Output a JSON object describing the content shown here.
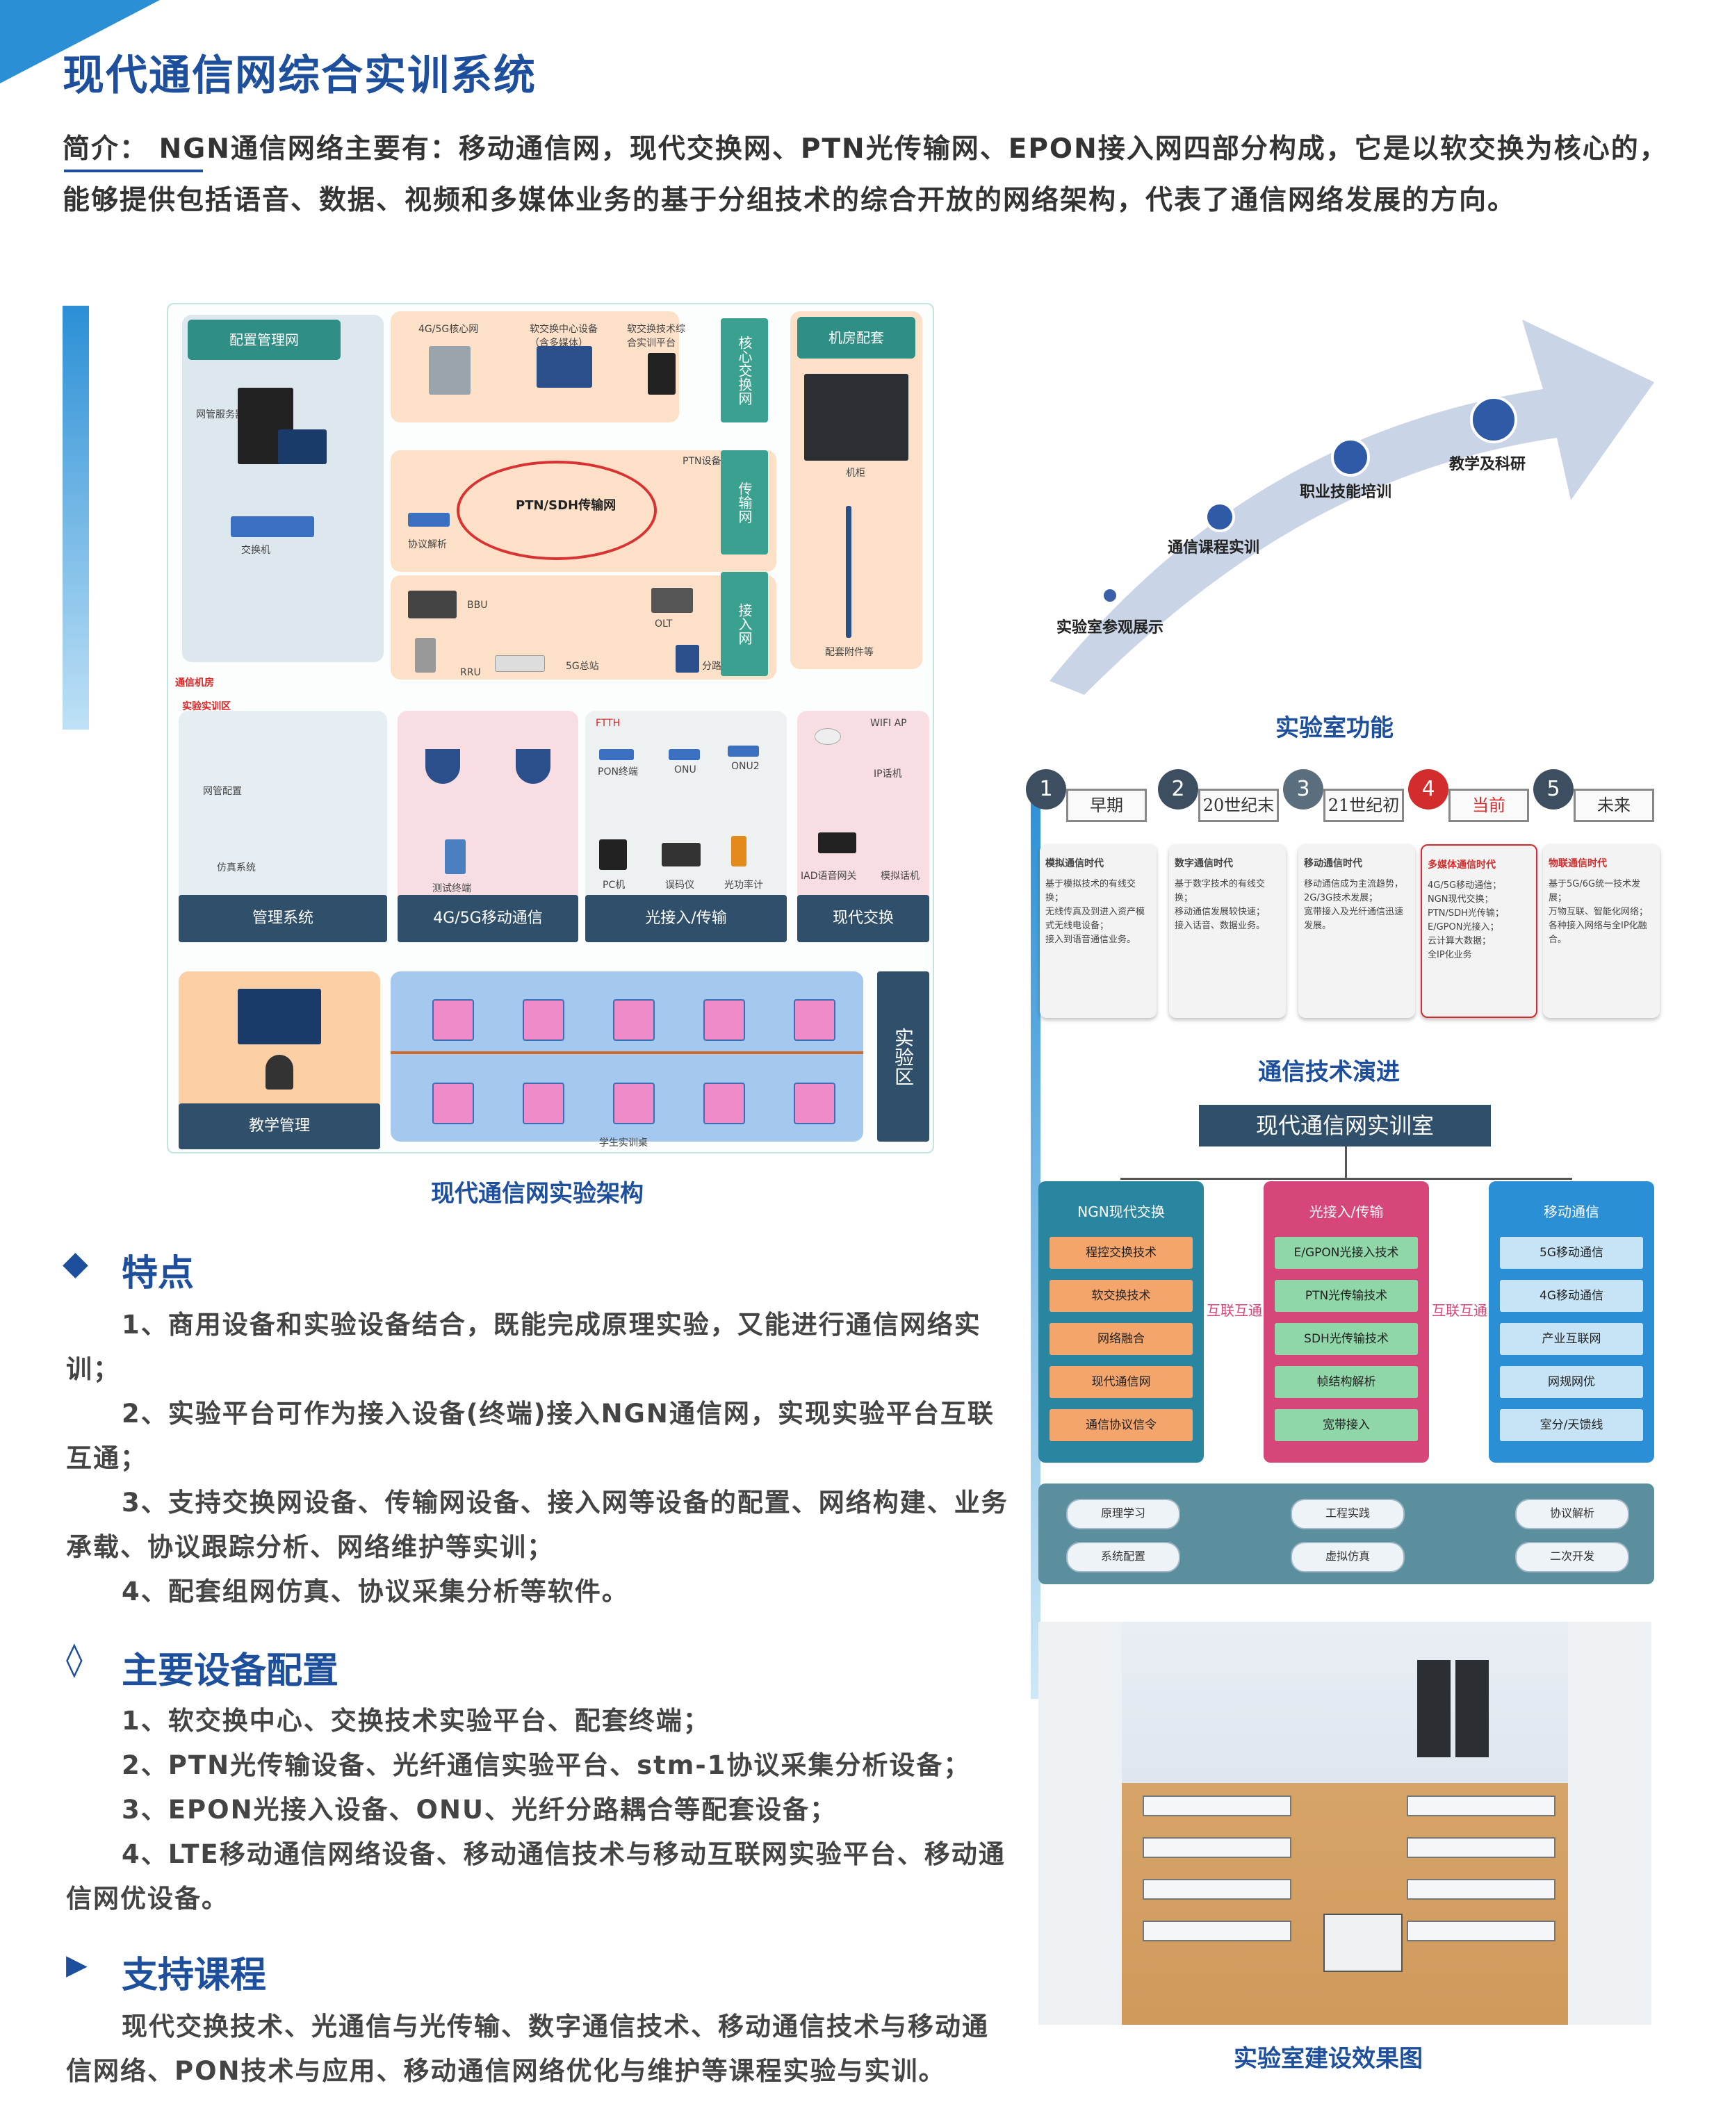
{
  "header": {
    "title": "现代通信网综合实训系统",
    "intro": "简介： NGN通信网络主要有：移动通信网，现代交换网、PTN光传输网、EPON接入网四部分构成，它是以软交换为核心的，能够提供包括语音、数据、视频和多媒体业务的基于分组技术的综合开放的网络架构，代表了通信网络发展的方向。"
  },
  "architecture": {
    "caption": "现代通信网实验架构",
    "config_net": "配置管理网",
    "server_label": "网管服务器",
    "switch_label": "交换机",
    "comm_room": "通信机房",
    "core_net": "核心交换网",
    "transport_net": "传输网",
    "access_net": "接入网",
    "room_equip": "机房配套",
    "cabinet": "机柜",
    "ptn_ring": "PTN/SDH传输网",
    "ptn_device": "PTN设备",
    "proto_analyzer": "协议解析",
    "core_4g5g": "4G/5G核心网",
    "softswitch": "软交换中心设备（含多媒体）",
    "softswitch_platform": "软交换技术综合实训平台",
    "bbu": "BBU",
    "rru": "RRU",
    "olt": "OLT",
    "gw5g": "5G总站",
    "splitter": "分路器",
    "tower": "配套附件等",
    "training_area": "实验实训区",
    "mgmt_system": "管理系统",
    "mobile_4g5g": "4G/5G移动通信",
    "optical_access": "光接入/传输",
    "modern_switch": "现代交换",
    "ftth": "FTTH",
    "wifi_ap": "WIFI AP",
    "pon_terminal": "PON终端",
    "onu": "ONU",
    "onu2": "ONU2",
    "pc": "PC机",
    "meter": "误码仪",
    "power_meter": "光功率计",
    "iad": "IAD语音网关",
    "analog_phone": "模拟话机",
    "ip_phone": "IP话机",
    "net_mgmt": "网管配置",
    "sim_system": "仿真系统",
    "mobile_term": "测试终端",
    "teach_mgmt": "教学管理",
    "lab_zone": "实验区",
    "student_desk": "学生实训桌"
  },
  "functions": {
    "caption": "实验室功能",
    "levels": [
      "实验室参观展示",
      "通信课程实训",
      "职业技能培训",
      "教学及科研"
    ]
  },
  "evolution": {
    "caption": "通信技术演进",
    "stages": [
      {
        "num": "1",
        "label": "早期",
        "color": "#3d4e60",
        "card_title": "模拟通信时代",
        "items": [
          "基于模拟技术的有线交换；",
          "无线传真及到进入资产模式无线电设备；",
          "接入到语音通信业务。"
        ]
      },
      {
        "num": "2",
        "label": "20世纪末",
        "color": "#3d4e60",
        "card_title": "数字通信时代",
        "items": [
          "基于数字技术的有线交换；",
          "移动通信发展较快速；",
          "接入话音、数据业务。"
        ]
      },
      {
        "num": "3",
        "label": "21世纪初",
        "color": "#5a6e7e",
        "card_title": "移动通信时代",
        "items": [
          "移动通信成为主流趋势，2G/3G技术发展；",
          "宽带接入及光纤通信迅速发展。"
        ]
      },
      {
        "num": "4",
        "label": "当前",
        "color": "#d22c2c",
        "card_title": "多媒体通信时代",
        "items": [
          "4G/5G移动通信；",
          "NGN现代交换；",
          "PTN/SDH光传输；",
          "E/GPON光接入；",
          "云计算大数据；",
          "全IP化业务"
        ]
      },
      {
        "num": "5",
        "label": "未来",
        "color": "#3d4e60",
        "card_title": "物联通信时代",
        "items": [
          "基于5G/6G统一技术发展；",
          "万物互联、智能化网络；",
          "各种接入网络与全IP化融合。"
        ]
      }
    ]
  },
  "lab_structure": {
    "title": "现代通信网实训室",
    "interconnect": "互联互通",
    "columns": [
      {
        "head": "NGN现代交换",
        "color": "#2a86a0",
        "pill_color": "#f4a56b",
        "items": [
          "程控交换技术",
          "软交换技术",
          "网络融合",
          "现代通信网",
          "通信协议信令"
        ]
      },
      {
        "head": "光接入/传输",
        "color": "#d6467a",
        "pill_color": "#8fd6a8",
        "items": [
          "E/GPON光接入技术",
          "PTN光传输技术",
          "SDH光传输技术",
          "帧结构解析",
          "宽带接入"
        ]
      },
      {
        "head": "移动通信",
        "color": "#2b8fd6",
        "pill_color": "#c6e4f5",
        "items": [
          "5G移动通信",
          "4G移动通信",
          "产业互联网",
          "网规网优",
          "室分/天馈线"
        ]
      }
    ],
    "bottom": [
      "原理学习",
      "工程实践",
      "协议解析",
      "系统配置",
      "虚拟仿真",
      "二次开发"
    ]
  },
  "features": {
    "title": "特点",
    "items": [
      "1、商用设备和实验设备结合，既能完成原理实验，又能进行通信网络实训；",
      "2、实验平台可作为接入设备(终端)接入NGN通信网，实现实验平台互联互通；",
      "3、支持交换网设备、传输网设备、接入网等设备的配置、网络构建、业务承载、协议跟踪分析、网络维护等实训；",
      "4、配套组网仿真、协议采集分析等软件。"
    ]
  },
  "equipment": {
    "title": "主要设备配置",
    "items": [
      "1、软交换中心、交换技术实验平台、配套终端；",
      "2、PTN光传输设备、光纤通信实验平台、stm-1协议采集分析设备；",
      "3、EPON光接入设备、ONU、光纤分路耦合等配套设备；",
      "4、LTE移动通信网络设备、移动通信技术与移动互联网实验平台、移动通信网优设备。"
    ]
  },
  "courses": {
    "title": "支持课程",
    "text": "现代交换技术、光通信与光传输、数字通信技术、移动通信技术与移动通信网络、PON技术与应用、移动通信网络优化与维护等课程实验与实训。"
  },
  "photo": {
    "caption": "实验室建设效果图"
  }
}
